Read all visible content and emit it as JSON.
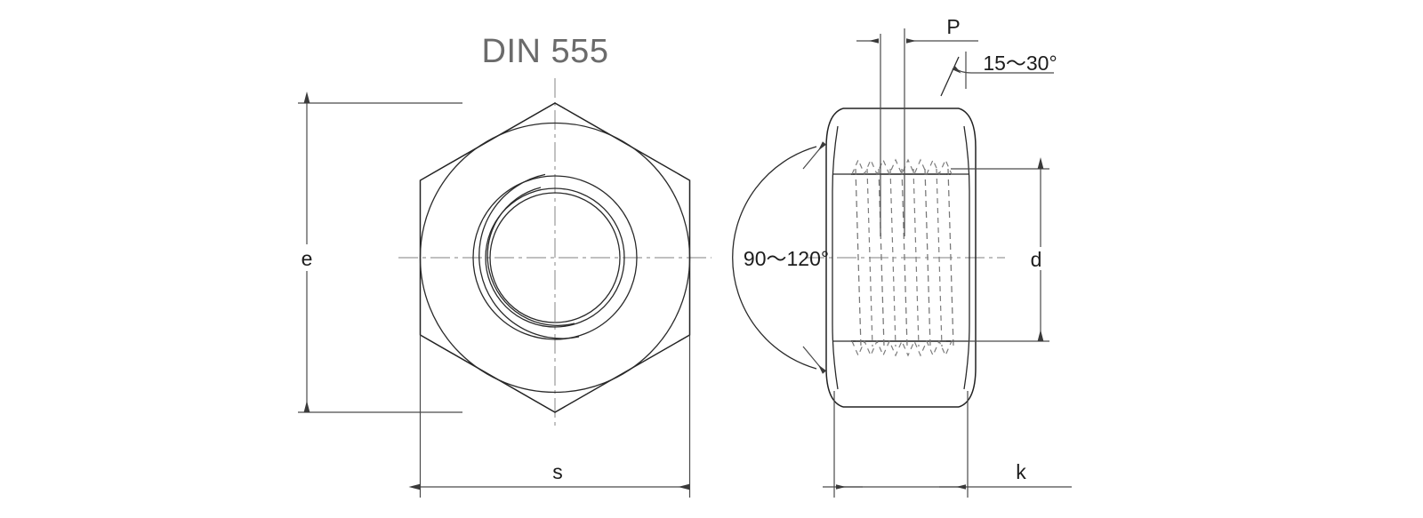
{
  "drawing": {
    "title": "DIN 555",
    "standard_name": "DIN 555",
    "background_color": "#ffffff",
    "line_color": "#222222",
    "hidden_line_color": "#767676",
    "center_line_color": "#9a9a9a",
    "dimension_color": "#4a4a4a",
    "title_color": "#6b6b6b"
  },
  "views": {
    "front": {
      "name": "front-view",
      "description": "Hexagon nut front view with concentric thread circles",
      "dimensions": {
        "e": {
          "label": "e",
          "name": "across-corners",
          "orientation": "vertical"
        },
        "s": {
          "label": "s",
          "name": "across-flats",
          "orientation": "horizontal"
        }
      }
    },
    "side": {
      "name": "side-view",
      "description": "Hexagon nut side view with hidden internal thread",
      "dimensions": {
        "d": {
          "label": "d",
          "name": "thread-diameter",
          "orientation": "vertical"
        },
        "k": {
          "label": "k",
          "name": "nut-height",
          "orientation": "horizontal"
        },
        "P": {
          "label": "P",
          "name": "thread-pitch",
          "orientation": "horizontal"
        }
      },
      "angles": {
        "chamfer_top": {
          "label": "15～30°",
          "name": "chamfer-angle",
          "min": 15,
          "max": 30,
          "unit": "degrees"
        },
        "cone": {
          "label": "90～120°",
          "name": "cone-angle",
          "min": 90,
          "max": 120,
          "unit": "degrees"
        }
      }
    }
  },
  "labels": {
    "title": "DIN 555",
    "e": "e",
    "s": "s",
    "d": "d",
    "k": "k",
    "P": "P",
    "chamfer_angle": "15～30°",
    "cone_angle": "90～120°"
  }
}
